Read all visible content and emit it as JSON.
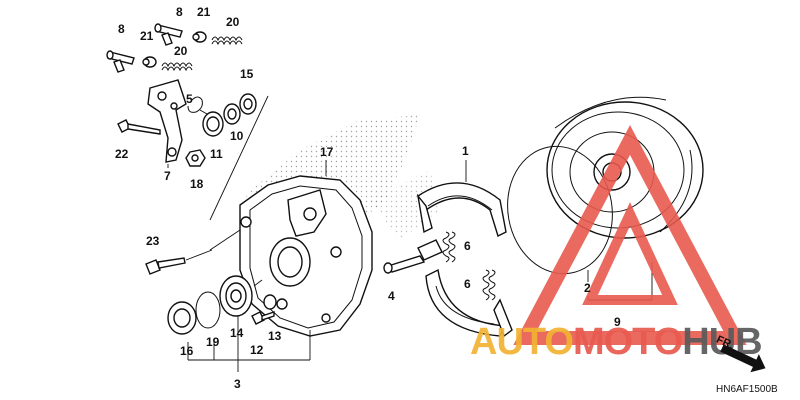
{
  "callouts": [
    {
      "id": "c8a",
      "label": "8"
    },
    {
      "id": "c21a",
      "label": "21"
    },
    {
      "id": "c20a",
      "label": "20"
    },
    {
      "id": "c8b",
      "label": "8"
    },
    {
      "id": "c21b",
      "label": "21"
    },
    {
      "id": "c20b",
      "label": "20"
    },
    {
      "id": "c15",
      "label": "15"
    },
    {
      "id": "c5",
      "label": "5"
    },
    {
      "id": "c10",
      "label": "10"
    },
    {
      "id": "c11",
      "label": "11"
    },
    {
      "id": "c22",
      "label": "22"
    },
    {
      "id": "c7",
      "label": "7"
    },
    {
      "id": "c18",
      "label": "18"
    },
    {
      "id": "c17",
      "label": "17"
    },
    {
      "id": "c1",
      "label": "1"
    },
    {
      "id": "c6a",
      "label": "6"
    },
    {
      "id": "c6b",
      "label": "6"
    },
    {
      "id": "c23",
      "label": "23"
    },
    {
      "id": "c4",
      "label": "4"
    },
    {
      "id": "c2",
      "label": "2"
    },
    {
      "id": "c9",
      "label": "9"
    },
    {
      "id": "c16",
      "label": "16"
    },
    {
      "id": "c19",
      "label": "19"
    },
    {
      "id": "c14",
      "label": "14"
    },
    {
      "id": "c12",
      "label": "12"
    },
    {
      "id": "c13",
      "label": "13"
    },
    {
      "id": "c3",
      "label": "3"
    }
  ],
  "diagram_code": "HN6AF1500B",
  "direction_label": "FR.",
  "watermark": {
    "part1": "AUTO",
    "part2": "MOTO",
    "part3": "HUB",
    "color1": "#f2b233",
    "color2": "#e85a4f",
    "color3": "#5a5a5a"
  },
  "colors": {
    "ink": "#111111",
    "triangle": "#e85a4f"
  }
}
